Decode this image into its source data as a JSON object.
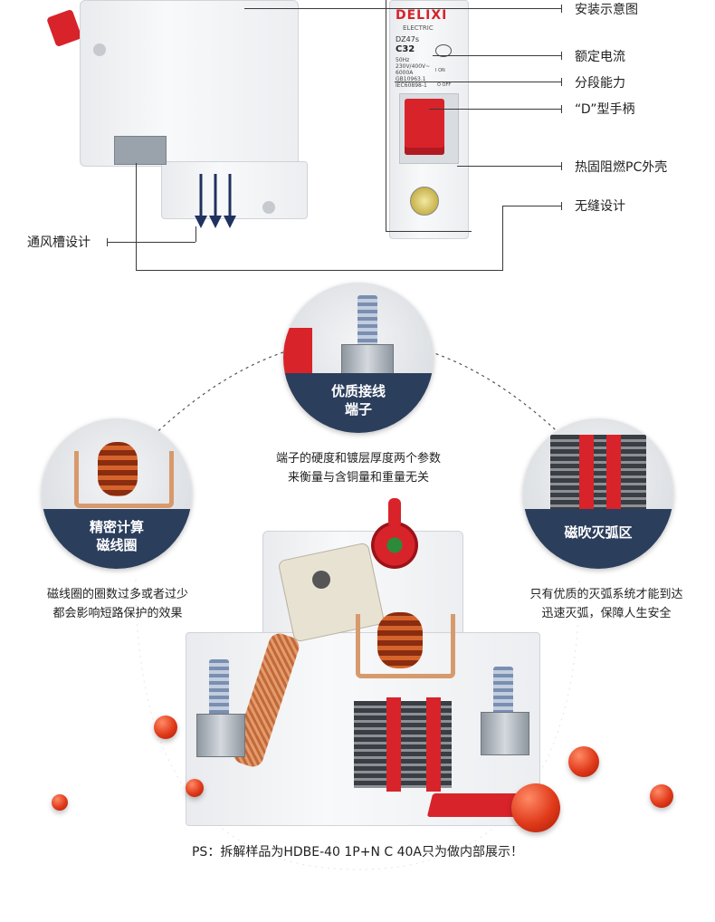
{
  "brand": {
    "logo_text": "DELIXI",
    "logo_sub": "ELECTRIC",
    "model": "DZ47s",
    "rating": "C32",
    "spec_lines": [
      "50Hz",
      "230V/400V~",
      "6000A",
      "GB10963.1",
      "IEC60898-1"
    ],
    "on_text": "I ON",
    "off_text": "O OFF",
    "colors": {
      "brand_red": "#d8232a",
      "navy": "#2b3e5c"
    }
  },
  "callouts": {
    "install": "安装示意图",
    "rated_current": "额定电流",
    "breaking_capacity": "分段能力",
    "d_handle": "“D”型手柄",
    "pc_shell": "热固阻燃PC外壳",
    "seamless": "无缝设计",
    "vent": "通风槽设计"
  },
  "features": {
    "terminal": {
      "title_line1": "优质接线",
      "title_line2": "端子",
      "desc_line1": "端子的硬度和镀层厚度两个参数",
      "desc_line2": "来衡量与含铜量和重量无关"
    },
    "coil": {
      "title_line1": "精密计算",
      "title_line2": "磁线圈",
      "desc_line1": "磁线圈的圈数过多或者过少",
      "desc_line2": "都会影响短路保护的效果"
    },
    "arc": {
      "title_line1": "磁吹灭弧区",
      "desc_line1": "只有优质的灭弧系统才能到达",
      "desc_line2": "迅速灭弧，保障人生安全"
    }
  },
  "footer_note": "PS：拆解样品为HDBE-40 1P+N C 40A只为做内部展示！"
}
